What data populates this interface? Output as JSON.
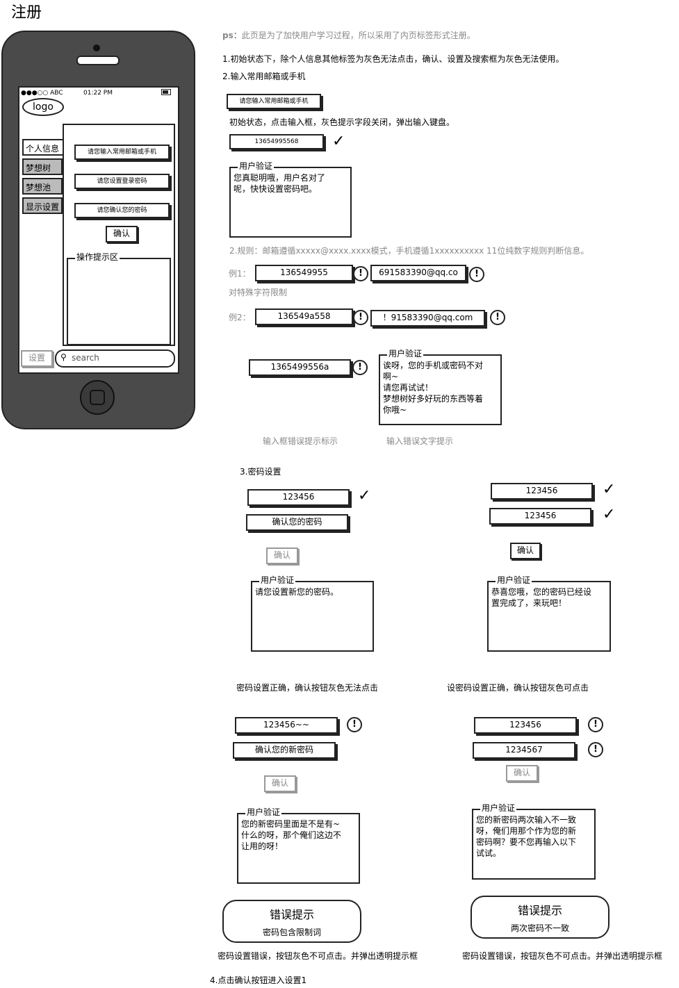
{
  "title": "注册",
  "notes": {
    "ps_label": "ps：",
    "ps_text": "此页是为了加快用户学习过程，所以采用了内页标签形式注册。",
    "rule1": "1.初始状态下，除个人信息其他标签为灰色无法点击，确认、设置及搜索框为灰色无法使用。",
    "rule2": "2.输入常用邮箱或手机",
    "initial_state": "初始状态，点击输入框，灰色提示字段关闭，弹出输入键盘。",
    "rule2b": "2.规则：邮箱遵循xxxxx@xxxx.xxxx模式，手机遵循1xxxxxxxxxx 11位纯数字规则判断信息。",
    "example1": "例1：",
    "special_limit": "对特殊字符限制",
    "example2": "例2：",
    "caption_box_error": "输入框错误提示标示",
    "caption_text_error": "输入错误文字提示",
    "section3": "3.密码设置",
    "caption_correct_gray": "密码设置正确，确认按钮灰色无法点击",
    "caption_correct_clickable": "设密码设置正确，确认按钮灰色可点击",
    "caption_err_left": "密码设置错误，按钮灰色不可点击。并弹出透明提示框",
    "caption_err_right": "密码设置错误，按钮灰色不可点击。并弹出透明提示框",
    "section4": "4.点击确认按钮进入设置1"
  },
  "phone": {
    "status_left": "●●●○○ ABC",
    "status_time": "01:22 PM",
    "logo": "logo",
    "tabs": [
      "个人信息",
      "梦想树",
      "梦想池",
      "显示设置"
    ],
    "field_email": "请您输入常用邮箱或手机",
    "field_password": "请您设置登录密码",
    "field_confirm": "请您确认您的密码",
    "confirm_btn": "确认",
    "tips_label": "操作提示区",
    "settings_btn": "设置",
    "search_placeholder": "search"
  },
  "step2": {
    "placeholder_field": "请您输入常用邮箱或手机",
    "typed_value": "13654995568",
    "panel_label": "用户验证",
    "panel_text": "您真聪明哦，用户名对了\n呢，快快设置密码吧。"
  },
  "rules": {
    "ex1_phone": "136549955",
    "ex1_email": "691583390@qq.co",
    "ex2_phone": "136549a558",
    "ex2_email": "！91583390@qq.com",
    "err_field": "1365499556a",
    "err_panel_label": "用户验证",
    "err_panel_text": "诶呀，您的手机或密码不对\n啊~\n请您再试试！\n梦想树好多好玩的东西等着\n你哦~"
  },
  "pw": {
    "a_pw": "123456",
    "a_confirm": "确认您的密码",
    "a_btn": "确认",
    "a_panel_label": "用户验证",
    "a_panel_text": "请您设置新您的密码。",
    "b_pw": "123456",
    "b_confirm": "123456",
    "b_btn": "确认",
    "b_panel_label": "用户验证",
    "b_panel_text": "恭喜您哦，您的密码已经设\n置完成了，来玩吧！",
    "c_pw": "123456~~",
    "c_confirm": "确认您的新密码",
    "c_btn": "确认",
    "c_panel_label": "用户验证",
    "c_panel_text": "您的新密码里面是不是有~\n什么的呀，那个俺们这边不\n让用的呀！",
    "c_bubble_title": "错误提示",
    "c_bubble_msg": "密码包含限制词",
    "d_pw": "123456",
    "d_confirm": "1234567",
    "d_btn": "确认",
    "d_panel_label": "用户验证",
    "d_panel_text": "您的新密码两次输入不一致\n呀，俺们用那个作为您的新\n密码啊？要不您再输入以下\n试试。",
    "d_bubble_title": "错误提示",
    "d_bubble_msg": "两次密码不一致"
  }
}
